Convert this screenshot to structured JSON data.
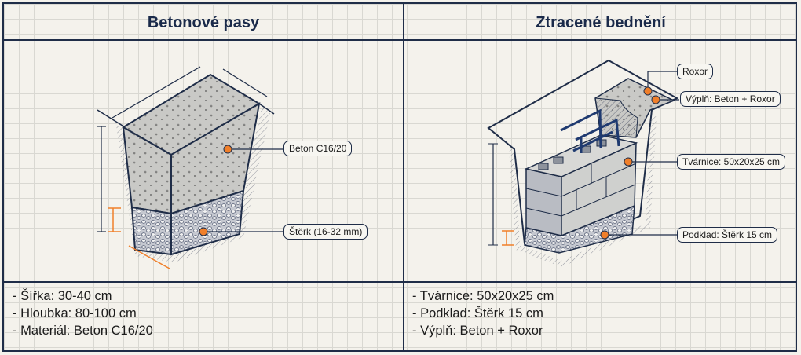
{
  "left_panel": {
    "title": "Betonové pasy",
    "labels": {
      "concrete": "Beton C16/20",
      "gravel": "Štěrk (16-32 mm)"
    },
    "specs": [
      "- Šířka: 30-40 cm",
      "- Hloubka: 80-100 cm",
      "- Materiál: Beton C16/20"
    ]
  },
  "right_panel": {
    "title": "Ztracené bednění",
    "labels": {
      "rebar": "Roxor",
      "fill": "Výplň: Beton + Roxor",
      "blocks": "Tvárnice: 50x20x25 cm",
      "base": "Podklad: Štěrk 15 cm"
    },
    "specs": [
      "- Tvárnice: 50x20x25 cm",
      "- Podklad: Štěrk 15 cm",
      "- Výplň: Beton + Roxor"
    ]
  },
  "colors": {
    "navy": "#1f2d48",
    "accent": "#f07f2a",
    "concrete": "#c9c9c6",
    "grid": "#d9d8d2"
  }
}
